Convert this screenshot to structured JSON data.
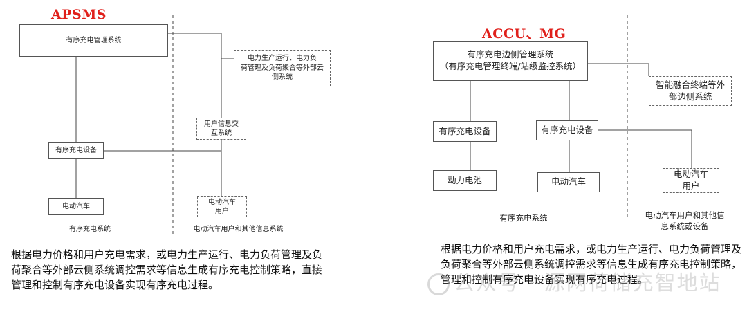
{
  "left": {
    "title": "APSMS",
    "system_box": "有序充电管理系统",
    "external_box": "电力生产运行、电力负\n荷管理及负荷聚合等外部云\n侧系统",
    "user_info_box": "用户信息交\n互系统",
    "device_box": "有序充电设备",
    "ev_box": "电动汽车",
    "ev_user_box": "电动汽车\n用户",
    "label_system": "有序充电系统",
    "label_users": "电动汽车用户和其他信息系统",
    "description": "根据电力价格和用户充电需求，或电力生产运行、电力负荷管理及负荷聚合等外部云侧系统调控需求等信息生成有序充电控制策略，直接管理和控制有序充电设备实现有序充电过程。"
  },
  "right": {
    "title": "ACCU、MG",
    "system_box": "有序充电边侧管理系统\n（有序充电管理终端/站级监控系统）",
    "external_box": "智能融合终端等外\n部边侧系统",
    "device_box_1": "有序充电设备",
    "device_box_2": "有序充电设备",
    "battery_box": "动力电池",
    "ev_box": "电动汽车",
    "ev_user_box": "电动汽车\n用户",
    "label_system": "有序充电系统",
    "label_users": "电动汽车用户和其他信\n息系统或设备",
    "description": "根据电力价格和用户充电需求，或电力生产运行、电力负荷管理及负荷聚合等外部云侧系统调控需求等信息生成有序充电控制策略，管理和控制有序充电设备实现有序充电过程。"
  },
  "watermark": "公众号 · 源网荷储充智地站"
}
